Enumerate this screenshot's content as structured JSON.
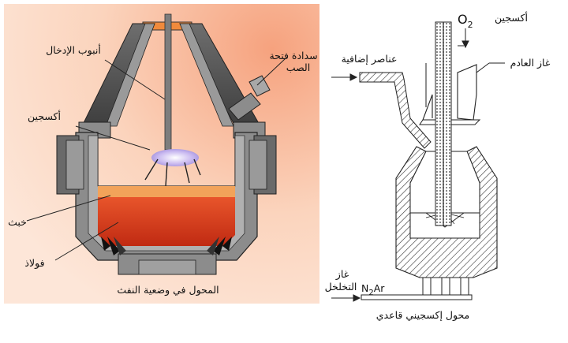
{
  "left_diagram": {
    "caption": "المحول في وضعية النفث",
    "labels": {
      "lance": "أنبوب الإدخال",
      "oxygen": "أكسجين",
      "tap_hole": [
        "سدادة فتحة",
        "الصب"
      ],
      "slag": "خبث",
      "steel": "فولاذ"
    }
  },
  "right_diagram": {
    "caption": "محول إكسجيني قاعدي",
    "labels": {
      "oxygen": "أكسجين",
      "o2": "O",
      "o2_sub": "2",
      "additions": "عناصر إضافية",
      "exhaust_gas": "غاز العادم",
      "stir_gas": [
        "غاز",
        "التخلخل"
      ],
      "n2ar_n": "N",
      "n2ar_sub": "2",
      "n2ar_ar": "Ar"
    }
  },
  "colors": {
    "background_glow": "#f6a27e",
    "steel_fill": "#d93a1c",
    "slag_fill": "#f2a35a",
    "shell_grey": "#8c8c8c",
    "dark_grey": "#555555"
  }
}
